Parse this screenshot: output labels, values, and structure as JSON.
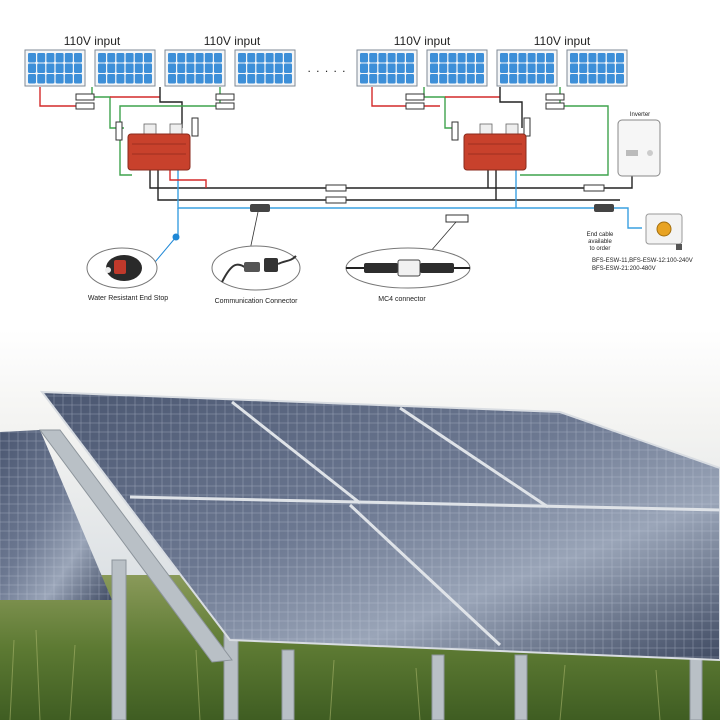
{
  "diagram": {
    "input_label": "110V input",
    "ellipsis": ". . . . .",
    "inverter_label": "Inverter",
    "end_cable_note": [
      "End cable",
      "available",
      "to order"
    ],
    "models": [
      "BFS-ESW-11,BFS-ESW-12:100-240V",
      "BFS-ESW-21:200-480V"
    ],
    "callouts": {
      "end_stop": "Water Resistant End Stop",
      "comm": "Communication Connector",
      "mc4": "MC4 connector"
    },
    "colors": {
      "panel_cell": "#3d8fd8",
      "optimizer": "#c8412c",
      "wire_red": "#d42a2a",
      "wire_green": "#3fa34d",
      "wire_blue": "#3aa0e0",
      "wire_black": "#222222"
    }
  }
}
